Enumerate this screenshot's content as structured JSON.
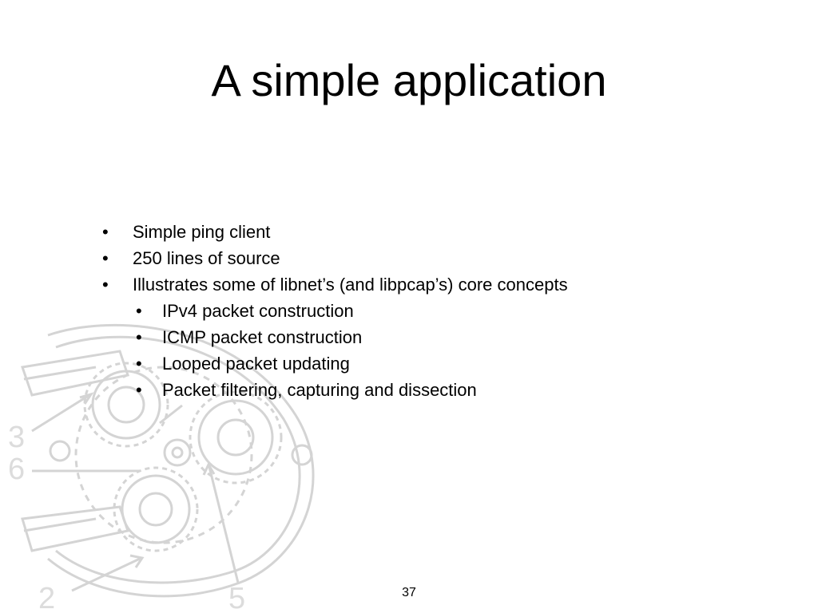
{
  "slide": {
    "title": "A simple application",
    "bullets": [
      {
        "text": "Simple ping client",
        "level": 1
      },
      {
        "text": "250 lines of source",
        "level": 1
      },
      {
        "text": "Illustrates some of libnet’s (and libpcap’s) core concepts",
        "level": 1
      },
      {
        "text": "IPv4 packet construction",
        "level": 2
      },
      {
        "text": "ICMP packet construction",
        "level": 2
      },
      {
        "text": "Looped packet updating",
        "level": 2
      },
      {
        "text": "Packet filtering, capturing and dissection",
        "level": 2
      }
    ],
    "bullet_glyph": "•",
    "page_number": "37",
    "watermark": {
      "digits": [
        "3",
        "6",
        "2",
        "5"
      ],
      "color": "#dcdcdc"
    }
  }
}
